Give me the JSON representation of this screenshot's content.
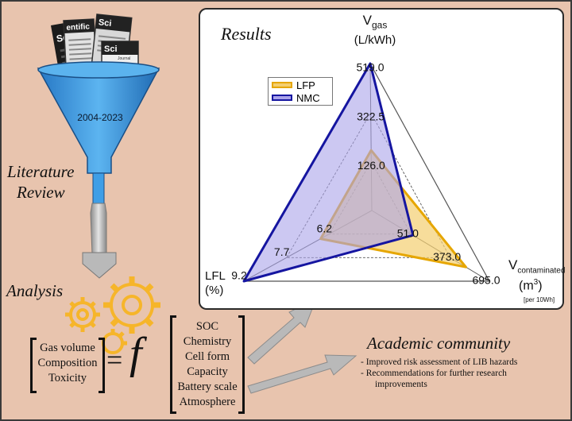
{
  "funnel": {
    "label": "2004-2023",
    "journal_brand": "Sci",
    "journal_rest": "entific",
    "journal_sub": "Journal"
  },
  "stages": {
    "literature_line1": "Literature",
    "literature_line2": "Review",
    "analysis": "Analysis"
  },
  "outputs": {
    "label": "Gas volume\nComposition\nToxicity"
  },
  "function_symbol": "f",
  "equals_symbol": "=",
  "factors": {
    "label": "SOC\nChemistry\nCell form\nCapacity\nBattery scale\nAtmosphere"
  },
  "results": {
    "title": "Results"
  },
  "academic": {
    "title": "Academic community",
    "bullet1": "- Improved risk assessment of LIB hazards",
    "bullet2_line1": "- Recommendations for further research",
    "bullet2_line2": "improvements"
  },
  "chart_data": {
    "type": "radar",
    "title": "Results",
    "axes": [
      {
        "name": "V",
        "sub": "gas",
        "unit": "(L/kWh)",
        "max": 519.0,
        "ticks": [
          126.0,
          322.5,
          519.0
        ]
      },
      {
        "name": "V",
        "sub": "contaminated",
        "unit": "(m",
        "unit_sup": "3",
        "unit_close": ")",
        "unit_note": "[per 10Wh]",
        "max": 695.0,
        "ticks": [
          51.0,
          373.0,
          695.0
        ]
      },
      {
        "name": "LFL",
        "unit": "(%)",
        "max": 9.2,
        "ticks": [
          6.2,
          7.7,
          9.2
        ]
      }
    ],
    "series": [
      {
        "name": "LFP",
        "level": [
          0.41,
          0.8,
          0.4
        ],
        "stroke": "#e6a600",
        "fill": "#f3ce70"
      },
      {
        "name": "NMC",
        "level": [
          1.0,
          0.35,
          1.0
        ],
        "stroke": "#1515a0",
        "fill": "#aaa3ea"
      }
    ],
    "legend": "top-left"
  },
  "colors": {
    "background": "#e8c4ae",
    "funnel": "#3f9ee6",
    "arrow": "#b9b9b9",
    "gear": "#f6b52a"
  }
}
